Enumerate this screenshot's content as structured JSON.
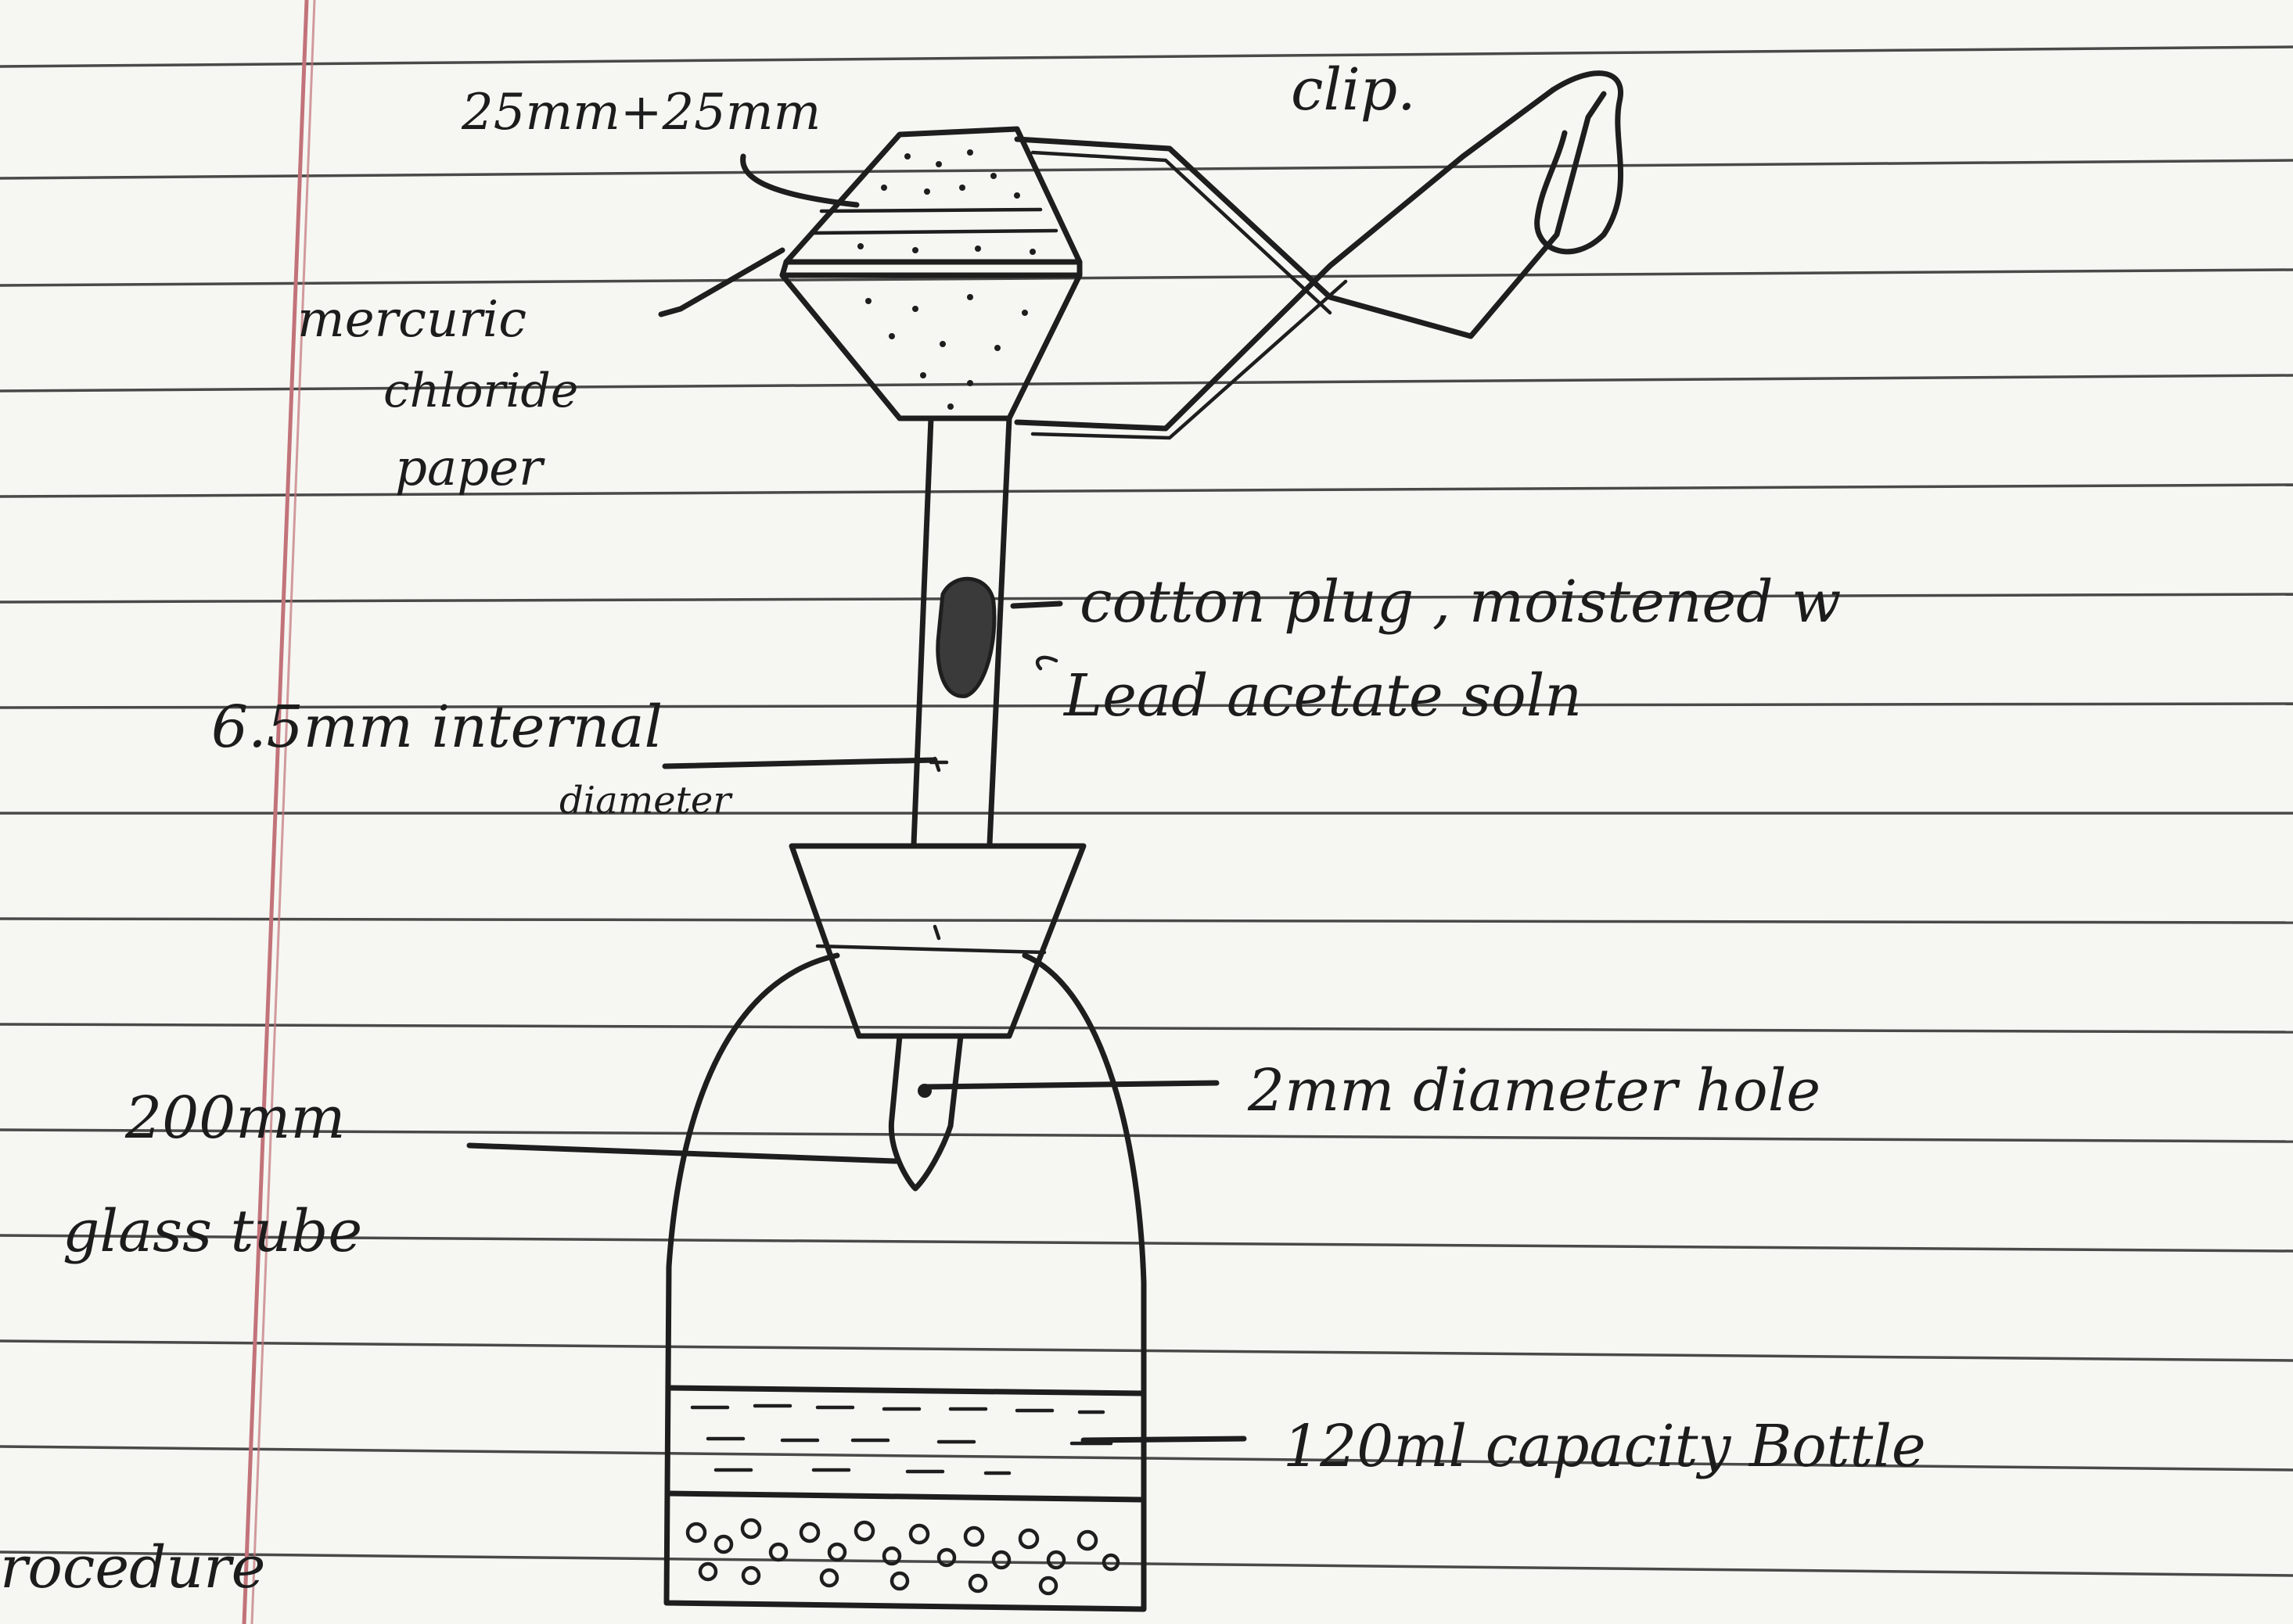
{
  "diagram": {
    "labels": {
      "paper_size": "25mm+25mm",
      "clip": "clip.",
      "mercuric_line1": "mercuric",
      "mercuric_line2": "chloride",
      "mercuric_line3": "paper",
      "cotton_line1": "cotton plug , moistened w",
      "cotton_line2": "Lead acetate soln",
      "internal_line1": "6.5mm internal",
      "internal_line2": "diameter",
      "hole": "2mm diameter hole",
      "glass_line1": "200mm",
      "glass_line2": "glass tube",
      "bottle": "120ml capacity Bottle",
      "procedure": "rocedure"
    }
  },
  "colors": {
    "paper": "#f6f7f3",
    "ink": "#1e1e1e",
    "rule_lines": "#2b2b2b",
    "margin_line": "#c2737a"
  }
}
